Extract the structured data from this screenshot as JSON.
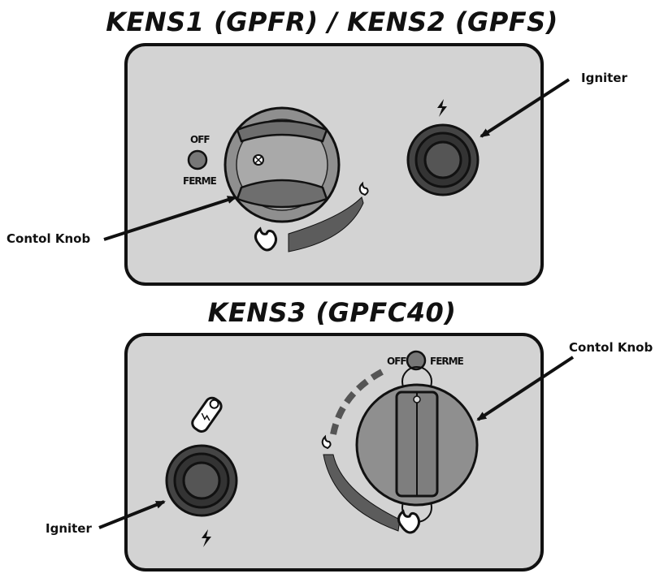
{
  "titles": {
    "top": "KENS1 (GPFR) / KENS2 (GPFS)",
    "bottom": "KENS3 (GPFC40)"
  },
  "callouts": {
    "top_igniter": "Igniter",
    "top_knob": "Contol Knob",
    "bottom_knob": "Contol Knob",
    "bottom_igniter": "Igniter"
  },
  "panel_text": {
    "top_off": "OFF",
    "top_ferme": "FERME",
    "bottom_off": "OFF",
    "bottom_ferme": "FERME"
  },
  "colors": {
    "panel_fill": "#d3d3d3",
    "outline": "#111111",
    "knob_fill": "#8f8f8f",
    "igniter_dark": "#333333"
  },
  "icons": [
    "spark-icon",
    "flame-icon",
    "small-flame-icon",
    "battery-icon"
  ]
}
